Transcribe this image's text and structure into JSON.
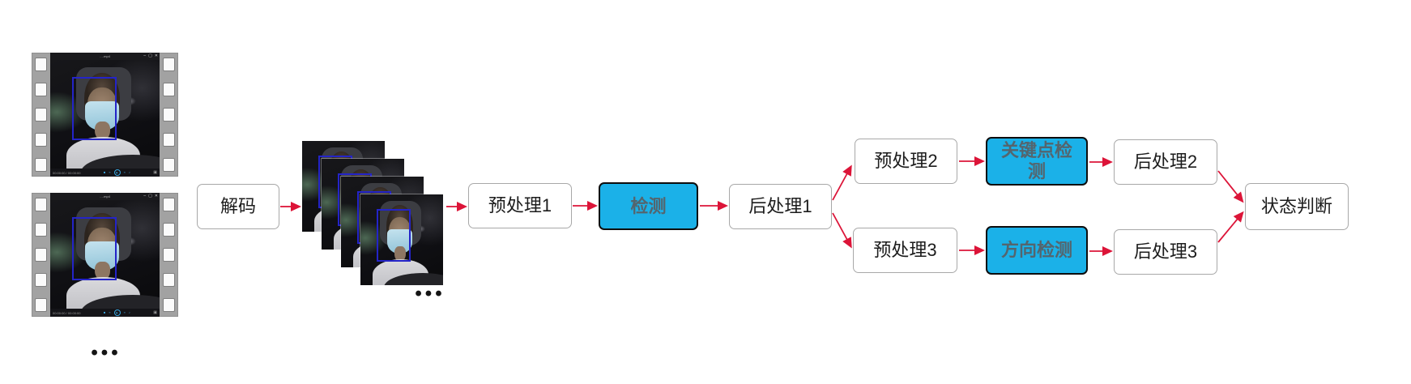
{
  "diagram": {
    "nodes": {
      "decode": "解码",
      "preprocess1": "预处理1",
      "detect": "检测",
      "postprocess1": "后处理1",
      "preprocess2": "预处理2",
      "keypoint_detect": "关键点检测",
      "postprocess2": "后处理2",
      "preprocess3": "预处理3",
      "direction_detect": "方向检测",
      "postprocess3": "后处理3",
      "state_judge": "状态判断"
    },
    "video_ellipsis": "•••",
    "frames_ellipsis": "•••",
    "colors": {
      "arrow_red": "#dc1438",
      "node_blue_fill": "#1bb1e8",
      "node_blue_text": "#54656e",
      "node_border_gray": "#a8a8a8",
      "face_box_blue": "#2424c8"
    }
  },
  "video_player": {
    "title": "….mp4",
    "timestamp": "00:00:00 / 00:00:00",
    "icon_glyphs": {
      "minimize": "–",
      "maximize": "▢",
      "close": "✕",
      "stop": "■",
      "previous": "«",
      "play": "▶",
      "next": "»",
      "volume": "♪",
      "fullscreen": "▣"
    }
  }
}
